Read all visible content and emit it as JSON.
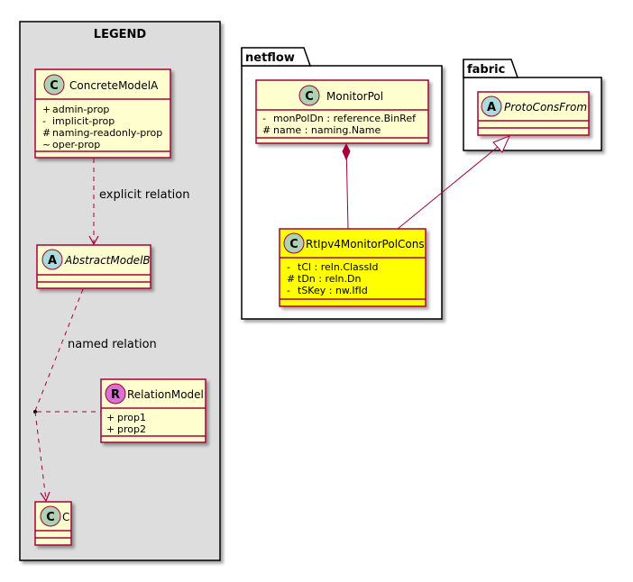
{
  "legend": {
    "title": "LEGEND",
    "concrete": {
      "name": "ConcreteModelA",
      "stereo": "C",
      "props": [
        {
          "vis": "+",
          "text": "admin-prop"
        },
        {
          "vis": "-",
          "text": "implicit-prop"
        },
        {
          "vis": "#",
          "text": "naming-readonly-prop"
        },
        {
          "vis": "~",
          "text": "oper-prop"
        }
      ]
    },
    "explicit_label": "explicit relation",
    "abstract": {
      "name": "AbstractModelB",
      "stereo": "A"
    },
    "named_label": "named relation",
    "relation": {
      "name": "RelationModel",
      "stereo": "R",
      "props": [
        {
          "vis": "+",
          "text": "prop1"
        },
        {
          "vis": "+",
          "text": "prop2"
        }
      ]
    },
    "c": {
      "name": "C",
      "stereo": "C"
    }
  },
  "netflow": {
    "package": "netflow",
    "monitor": {
      "name": "MonitorPol",
      "stereo": "C",
      "props": [
        {
          "vis": "-",
          "text": "monPolDn : reference.BinRef"
        },
        {
          "vis": "#",
          "text": "name : naming.Name"
        }
      ]
    },
    "rt": {
      "name": "RtIpv4MonitorPolCons",
      "stereo": "C",
      "props": [
        {
          "vis": "-",
          "text": "tCl : reln.ClassId"
        },
        {
          "vis": "#",
          "text": "tDn : reln.Dn"
        },
        {
          "vis": "-",
          "text": "tSKey : nw.IfId"
        }
      ]
    }
  },
  "fabric": {
    "package": "fabric",
    "proto": {
      "name": "ProtoConsFrom",
      "stereo": "A"
    }
  },
  "colors": {
    "class_fill": "#FEFECE",
    "class_border": "#A80036",
    "highlight_fill": "#FFFF00",
    "legend_fill": "#DDDDDD",
    "circle_c": "#ADD1B2",
    "circle_a": "#A9DCDF",
    "circle_r": "#DA70D6",
    "edge": "#A80036"
  }
}
